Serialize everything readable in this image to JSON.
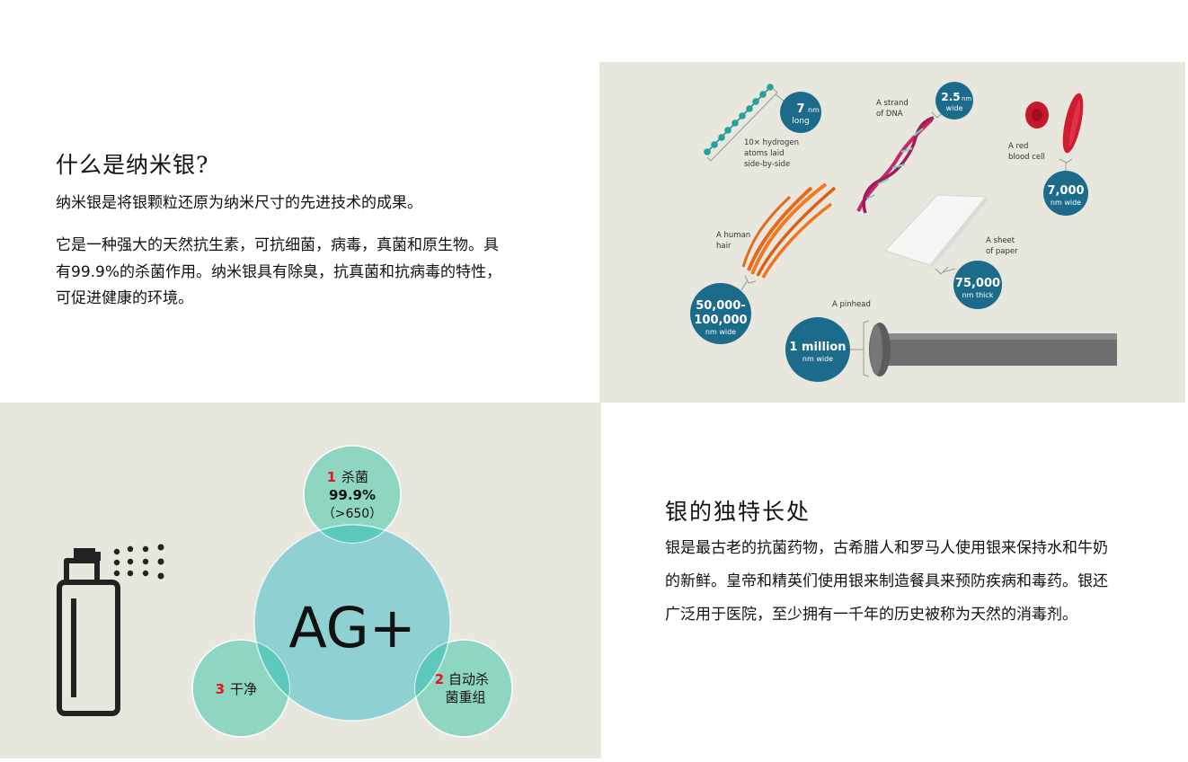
{
  "intro": {
    "title": "什么是纳米银?",
    "para1": "纳米银是将银颗粒还原为纳米尺寸的先进技术的成果。",
    "para2": "它是一种强大的天然抗生素，可抗细菌，病毒，真菌和原生物。具有99.9%的杀菌作用。纳米银具有除臭，抗真菌和抗病毒的特性，可促进健康的环境。"
  },
  "scale": {
    "hydrogen": {
      "num": "7",
      "unit": "nm",
      "sub": "long",
      "label": [
        "10× hydrogen",
        "atoms laid",
        "side-by-side"
      ]
    },
    "dna": {
      "num": "2.5",
      "unit": "nm",
      "sub": "wide",
      "label": [
        "A strand",
        "of DNA"
      ]
    },
    "blood": {
      "num": "7,000",
      "sub": "nm wide",
      "label": [
        "A red",
        "blood cell"
      ]
    },
    "hair": {
      "num1": "50,000-",
      "num2": "100,000",
      "sub": "nm wide",
      "label": [
        "A human",
        "hair"
      ]
    },
    "paper": {
      "num": "75,000",
      "sub": "nm thick",
      "label": [
        "A sheet",
        "of paper"
      ]
    },
    "pinhead": {
      "num": "1 million",
      "sub": "nm wide",
      "label": "A pinhead"
    }
  },
  "diagram": {
    "center": "AG+",
    "top": {
      "num": "1",
      "label": "杀菌",
      "line2": "99.9%",
      "line3": "（>650）"
    },
    "right": {
      "num": "2",
      "label1": "自动杀",
      "label2": "菌重组"
    },
    "left": {
      "num": "3",
      "label": "干净"
    },
    "colors": {
      "number": "#e8141b",
      "center": "#8fd0d3",
      "small": "#8ed6c2",
      "overlap": "#5cc9bd"
    }
  },
  "silver": {
    "title": "银的独特长处",
    "para": "银是最古老的抗菌药物，古希腊人和罗马人使用银来保持水和牛奶的新鲜。皇帝和精英们使用银来制造餐具来预防疾病和毒药。银还广泛用于医院，至少拥有一千年的历史被称为天然的消毒剂。"
  }
}
